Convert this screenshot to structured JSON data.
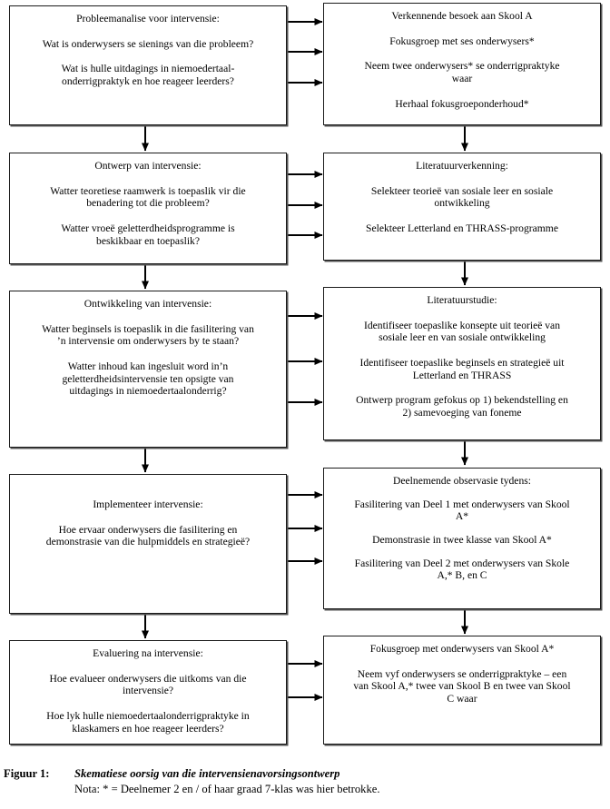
{
  "figure": {
    "label": "Figuur 1:",
    "title": "Skematiese oorsig van die intervensienavorsingsontwerp",
    "note": "Nota: * = Deelnemer 2 en / of haar graad 7-klas was hier betrokke."
  },
  "colors": {
    "box_border": "#1a1a1a",
    "box_fill": "#ffffff",
    "connector": "#000000",
    "text": "#000000"
  },
  "flow": {
    "rows": [
      {
        "id": "row-1",
        "arrow_count": 3,
        "left": {
          "name": "probleemanalise-voor-intervensie",
          "lines": [
            "Probleemanalise voor intervensie:",
            "Wat is onderwysers se sienings van die probleem?",
            "Wat is hulle uitdagings in niemoedertaal-\nonderrigpraktyk en hoe reageer leerders?"
          ]
        },
        "right": {
          "name": "verkennende-besoek",
          "lines": [
            "Verkennende besoek aan Skool A",
            "Fokusgroep met ses onderwysers*",
            "Neem twee onderwysers* se onderrigpraktyke\nwaar",
            "Herhaal fokusgroeponderhoud*"
          ]
        }
      },
      {
        "id": "row-2",
        "arrow_count": 3,
        "left": {
          "name": "ontwerp-van-intervensie",
          "lines": [
            "Ontwerp van intervensie:",
            "Watter teoretiese raamwerk is toepaslik vir die\nbenadering tot die probleem?",
            "Watter vroeë geletterdheidsprogramme is\nbeskikbaar en toepaslik?"
          ]
        },
        "right": {
          "name": "literatuurverkenning",
          "lines": [
            "Literatuurverkenning:",
            "Selekteer teorieë van sosiale leer en sosiale\nontwikkeling",
            "Selekteer Letterland en THRASS-programme"
          ]
        }
      },
      {
        "id": "row-3",
        "arrow_count": 3,
        "left": {
          "name": "ontwikkeling-van-intervensie",
          "lines": [
            "Ontwikkeling van intervensie:",
            "Watter beginsels is toepaslik in die fasilitering van\n’n intervensie om onderwysers by te staan?",
            "Watter inhoud kan ingesluit word in’n\ngeletterdheidsintervensie ten opsigte van\nuitdagings in niemoedertaalonderrig?"
          ]
        },
        "right": {
          "name": "literatuurstudie",
          "lines": [
            "Literatuurstudie:",
            "Identifiseer toepaslike konsepte uit teorieë van\nsosiale leer en van sosiale ontwikkeling",
            "Identifiseer toepaslike beginsels en strategieë uit\nLetterland en THRASS",
            "Ontwerp program gefokus op 1) bekendstelling en\n2) samevoeging van foneme"
          ]
        }
      },
      {
        "id": "row-4",
        "arrow_count": 3,
        "left": {
          "name": "implementeer-intervensie",
          "lines": [
            "Implementeer intervensie:",
            "Hoe ervaar onderwysers die fasilitering en\ndemonstrasie van die hulpmiddels en strategieë?"
          ]
        },
        "right": {
          "name": "deelnemende-observasie",
          "lines": [
            "Deelnemende observasie tydens:",
            "Fasilitering van Deel 1 met onderwysers van Skool\nA*",
            "Demonstrasie in twee klasse van Skool A*",
            "Fasilitering van Deel 2 met onderwysers van Skole\nA,* B, en C"
          ]
        }
      },
      {
        "id": "row-5",
        "arrow_count": 2,
        "left": {
          "name": "evaluering-na-intervensie",
          "lines": [
            "Evaluering na intervensie:",
            "Hoe evalueer onderwysers die uitkoms van die\nintervensie?",
            "Hoe lyk hulle niemoedertaalonderrigpraktyke in\nklaskamers en hoe reageer leerders?"
          ]
        },
        "right": {
          "name": "fokusgroep-skool-a",
          "lines": [
            "Fokusgroep met onderwysers van Skool A*",
            "Neem vyf onderwysers se onderrigpraktyke – een\nvan Skool A,* twee van Skool B en twee van Skool\nC waar"
          ]
        }
      }
    ]
  }
}
